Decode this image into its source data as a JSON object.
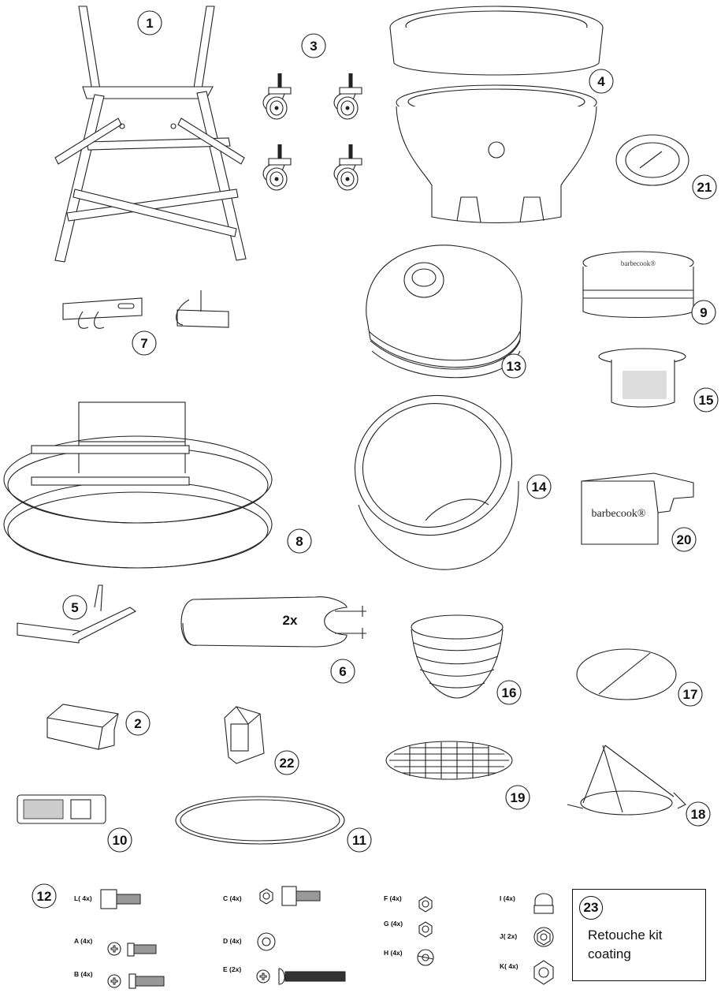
{
  "parts": [
    {
      "number": "1",
      "name": "stand-frame"
    },
    {
      "number": "2",
      "name": "block"
    },
    {
      "number": "3",
      "name": "castor-wheels"
    },
    {
      "number": "4",
      "name": "ceramic-base"
    },
    {
      "number": "5",
      "name": "bracket"
    },
    {
      "number": "6",
      "name": "side-tables",
      "quantity": "2x"
    },
    {
      "number": "7",
      "name": "hinge-brackets"
    },
    {
      "number": "8",
      "name": "hinge-band-assembly"
    },
    {
      "number": "9",
      "name": "top-vent"
    },
    {
      "number": "10",
      "name": "ash-tool"
    },
    {
      "number": "11",
      "name": "gasket-ring"
    },
    {
      "number": "12",
      "name": "hardware-set"
    },
    {
      "number": "13",
      "name": "ceramic-lid"
    },
    {
      "number": "14",
      "name": "firebox-ceramic"
    },
    {
      "number": "15",
      "name": "fire-grate-insert"
    },
    {
      "number": "16",
      "name": "charcoal-basket"
    },
    {
      "number": "17",
      "name": "heat-deflector"
    },
    {
      "number": "18",
      "name": "deflector-holder"
    },
    {
      "number": "19",
      "name": "cooking-grid"
    },
    {
      "number": "20",
      "name": "handle-plate"
    },
    {
      "number": "21",
      "name": "thermometer"
    },
    {
      "number": "22",
      "name": "holder-clip"
    }
  ],
  "brand_text": "barbecook®",
  "hardware": [
    {
      "code": "L( 4x)",
      "type": "hex-bolt"
    },
    {
      "code": "A (4x)",
      "type": "phillips-screw"
    },
    {
      "code": "B (4x)",
      "type": "phillips-screw-long"
    },
    {
      "code": "C (4x)",
      "type": "hex-bolt-with-nut"
    },
    {
      "code": "D (4x)",
      "type": "washer"
    },
    {
      "code": "E (2x)",
      "type": "long-screw"
    },
    {
      "code": "F (4x)",
      "type": "hex-nut"
    },
    {
      "code": "G (4x)",
      "type": "hex-nut"
    },
    {
      "code": "H (4x)",
      "type": "spring-washer"
    },
    {
      "code": "I (4x)",
      "type": "cap-nut"
    },
    {
      "code": "J( 2x)",
      "type": "flange-nut"
    },
    {
      "code": "K( 4x)",
      "type": "lock-nut"
    }
  ],
  "kit": {
    "number": "23",
    "line1": "Retouche kit",
    "line2": "coating"
  }
}
